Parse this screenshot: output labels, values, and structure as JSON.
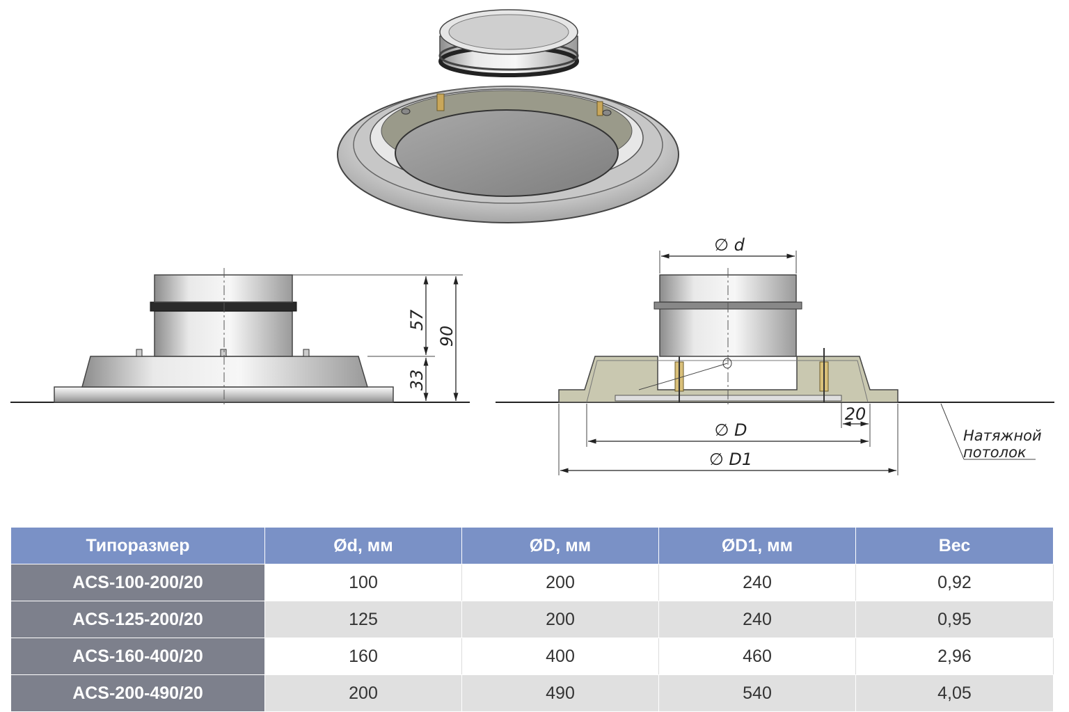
{
  "labels": {
    "dim_57": "57",
    "dim_90": "90",
    "dim_33": "33",
    "dim_d": "∅ d",
    "dim_D": "∅ D",
    "dim_D1": "∅ D1",
    "dim_20": "20",
    "note_line1": "Натяжной",
    "note_line2": "потолок"
  },
  "table": {
    "headers": [
      "Типоразмер",
      "Ød, мм",
      "ØD, мм",
      "ØD1, мм",
      "Вес"
    ],
    "rows": [
      [
        "ACS-100-200/20",
        "100",
        "200",
        "240",
        "0,92"
      ],
      [
        "ACS-125-200/20",
        "125",
        "200",
        "240",
        "0,95"
      ],
      [
        "ACS-160-400/20",
        "160",
        "400",
        "460",
        "2,96"
      ],
      [
        "ACS-200-490/20",
        "200",
        "490",
        "540",
        "4,05"
      ]
    ]
  },
  "colors": {
    "header_bg": "#7a91c6",
    "model_bg": "#7d808c",
    "row_alt_bg": "#e0e0e0",
    "section_fill": "#c9c8b0"
  }
}
